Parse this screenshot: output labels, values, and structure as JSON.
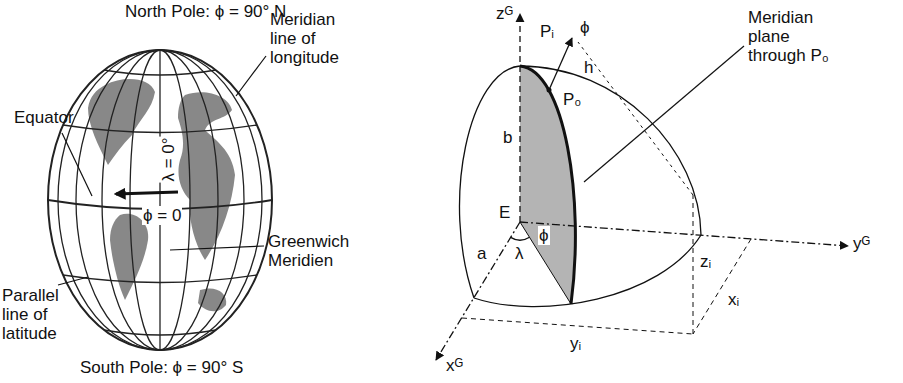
{
  "diagram": {
    "labels": [
      "North Pole: ϕ = 90° N",
      "Meridian line of longitude",
      "Equator",
      "λ = 0°",
      "ϕ = 0",
      "Parallel line of latitude",
      "Greenwich Meridien",
      "South Pole: ϕ = 90° S",
      "zᴳ",
      "Pᵢ",
      "ϕ",
      "Meridian plane through P₀",
      "b",
      "h",
      "P₀",
      "E",
      "a",
      "λ",
      "ϕ",
      "yᴳ",
      "zᵢ",
      "xᵢ",
      "xᴳ",
      "yᵢ"
    ]
  }
}
